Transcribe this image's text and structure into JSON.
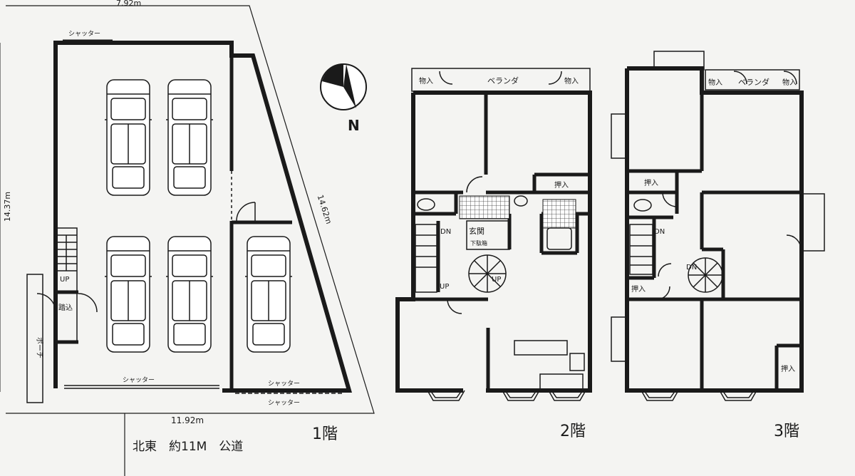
{
  "site": {
    "width_top": "7.92m",
    "width_bottom": "11.92m",
    "height_left": "14.37m",
    "diagonal": "14.62m",
    "road": "北東　約11M　公道"
  },
  "compass": {
    "north": "N"
  },
  "floor1": {
    "title": "1階",
    "shutter_top": "シャッター",
    "shutter_bottom": "シャッター",
    "shutter_right_a": "シャッター",
    "shutter_right_b": "シャッター",
    "up": "UP",
    "entry_step": "踏込",
    "porch": "ポーチ"
  },
  "floor2": {
    "title": "2階",
    "veranda": "ベランダ",
    "storage_left": "物入",
    "storage_right": "物入",
    "closet": "押入",
    "entrance": "玄関",
    "shoe_box": "下駄箱",
    "dn": "DN",
    "up_stair": "UP",
    "up_spiral": "UP"
  },
  "floor3": {
    "title": "3階",
    "veranda": "ベランダ",
    "storage_left": "物入",
    "storage_right": "物入",
    "closet_a": "押入",
    "closet_b": "押入",
    "closet_c": "押入",
    "dn_stair": "DN",
    "dn_spiral": "DN"
  }
}
